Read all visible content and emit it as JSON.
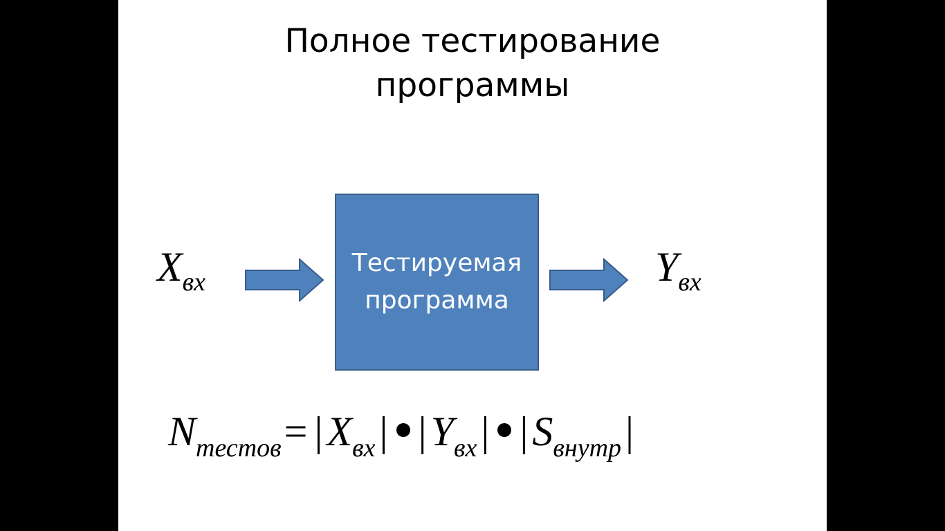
{
  "title": {
    "line1": "Полное тестирование",
    "line2": "программы"
  },
  "input": {
    "symbol": "X",
    "subscript": "вх"
  },
  "output": {
    "symbol": "Y",
    "subscript": "вх"
  },
  "box": {
    "line1": "Тестируемая",
    "line2": "программа"
  },
  "formula": {
    "lhs_symbol": "N",
    "lhs_subscript": "тестов",
    "equals": "=",
    "bar": "|",
    "term1_symbol": "X",
    "term1_subscript": "вх",
    "term2_symbol": "Y",
    "term2_subscript": "вх",
    "term3_symbol": "S",
    "term3_subscript": "внутр"
  },
  "colors": {
    "box_fill": "#4f81bd",
    "box_border": "#385d8a",
    "arrow_fill": "#4f81bd",
    "arrow_border": "#385d8a"
  }
}
